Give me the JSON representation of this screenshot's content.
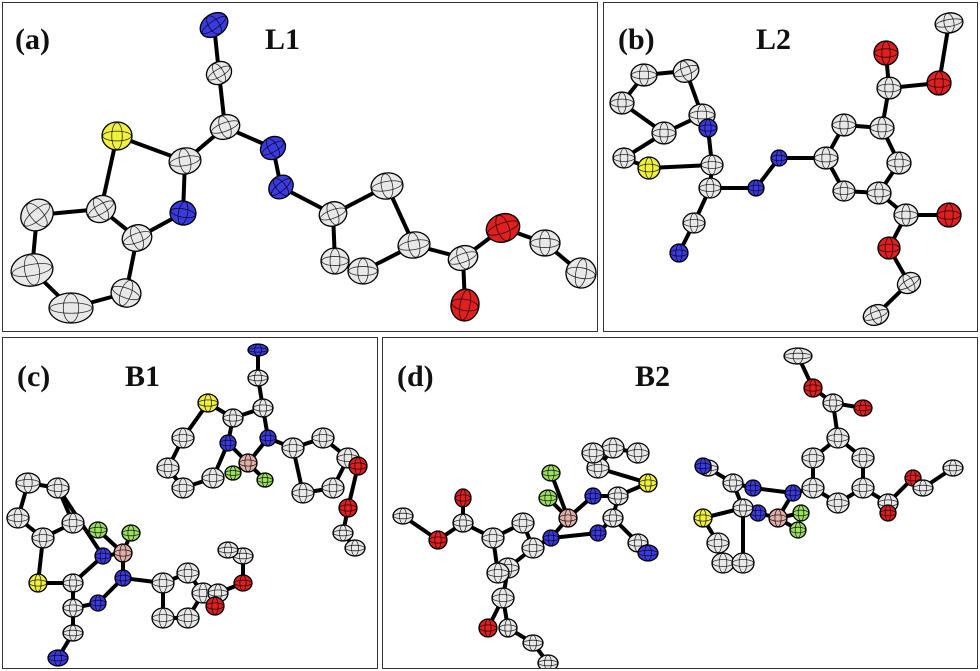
{
  "panels": [
    {
      "id": "a",
      "tag": "(a)",
      "name": "L1"
    },
    {
      "id": "b",
      "tag": "(b)",
      "name": "L2"
    },
    {
      "id": "c",
      "tag": "(c)",
      "name": "B1"
    },
    {
      "id": "d",
      "tag": "(d)",
      "name": "B2"
    }
  ],
  "colors": {
    "carbon": "#e8e8e8",
    "nitrogen": "#3a3ae0",
    "oxygen": "#e02020",
    "sulfur": "#f0f040",
    "fluorine": "#9be060",
    "boron": "#e0b0a8",
    "bond": "#000000",
    "border": "#333333"
  }
}
